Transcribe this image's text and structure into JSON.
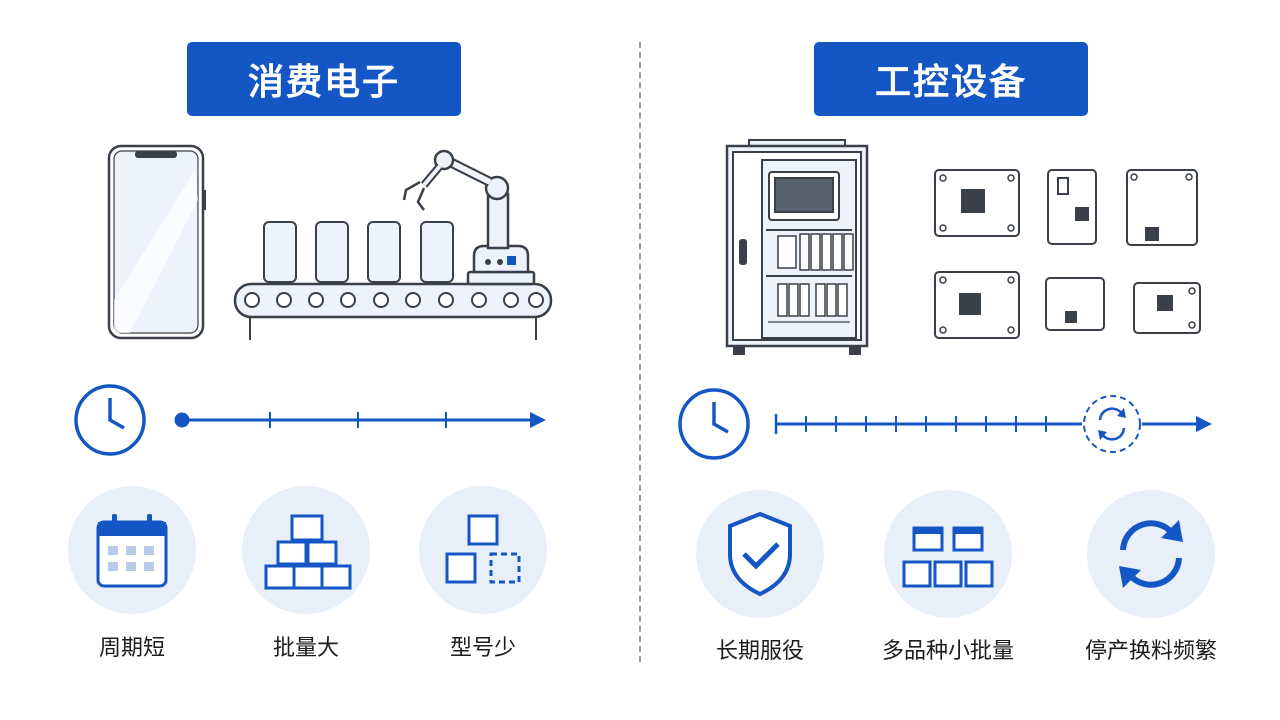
{
  "colors": {
    "accent": "#1457c4",
    "light": "#e8eff9",
    "line": "#3a3f4a",
    "divider": "#9a9a9a"
  },
  "left": {
    "title": "消费电子",
    "features": [
      {
        "label": "周期短",
        "icon": "calendar-icon"
      },
      {
        "label": "批量大",
        "icon": "stacked-boxes-icon"
      },
      {
        "label": "型号少",
        "icon": "few-squares-icon"
      }
    ]
  },
  "right": {
    "title": "工控设备",
    "features": [
      {
        "label": "长期服役",
        "icon": "shield-check-icon"
      },
      {
        "label": "多品种小批量",
        "icon": "boxes-grid-icon"
      },
      {
        "label": "停产换料频繁",
        "icon": "refresh-icon"
      }
    ]
  }
}
